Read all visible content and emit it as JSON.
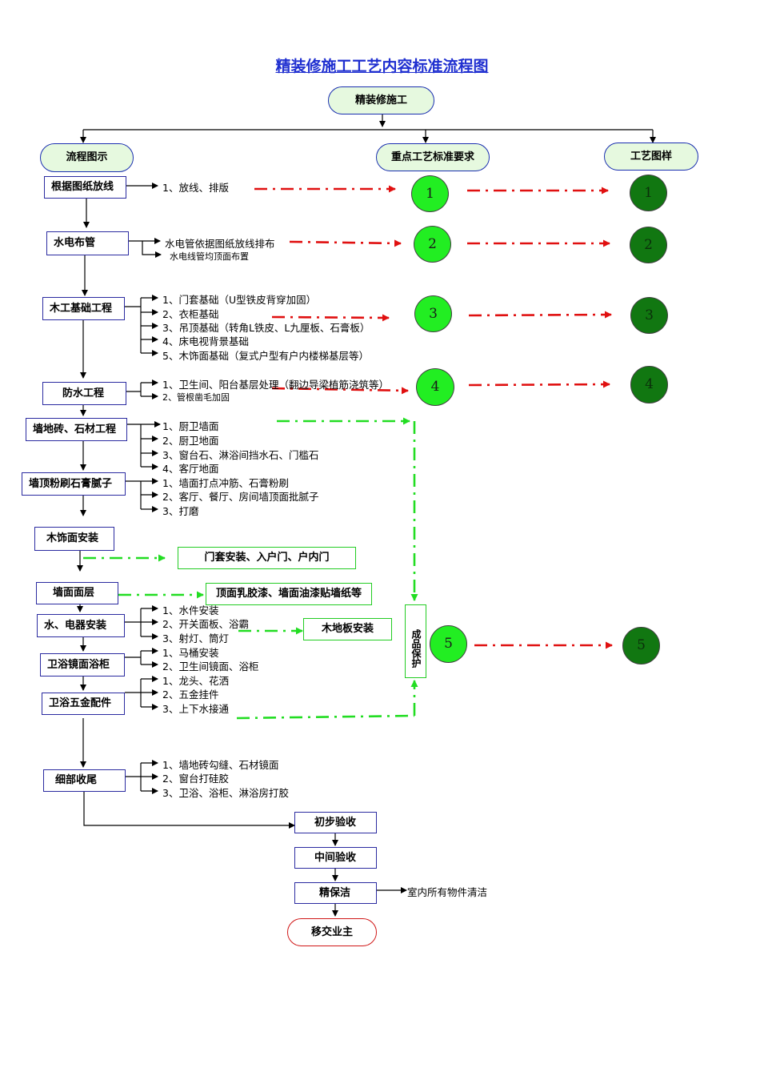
{
  "title": "精装修施工工艺内容标准流程图",
  "root": "精装修施工",
  "columns": [
    "流程图示",
    "重点工艺标准要求",
    "工艺图样"
  ],
  "steps": {
    "s1": "根据图纸放线",
    "s2": "水电布管",
    "s3": "木工基础工程",
    "s4": "防水工程",
    "s5": "墙地砖、石材工程",
    "s6": "墙顶粉刷石膏腻子",
    "s7": "木饰面安装",
    "s8": "墙面面层",
    "s9": "水、电器安装",
    "s10": "卫浴镜面浴柜",
    "s11": "卫浴五金配件",
    "s12": "细部收尾",
    "s13": "初步验收",
    "s14": "中间验收",
    "s15": "精保洁",
    "s16": "移交业主"
  },
  "details": {
    "s1": [
      "1、放线、排版"
    ],
    "s2": [
      "水电管依据图纸放线排布",
      "水电线管均顶面布置"
    ],
    "s3": [
      "1、门套基础（U型铁皮背穿加固）",
      "2、衣柜基础",
      "3、吊顶基础（转角L铁皮、L九厘板、石膏板）",
      "4、床电视背景基础",
      "5、木饰面基础（复式户型有户内楼梯基层等）"
    ],
    "s4": [
      "1、卫生间、阳台基层处理（翻边导梁植筋浇筑等）",
      "2、管根凿毛加固"
    ],
    "s5": [
      "1、厨卫墙面",
      "2、厨卫地面",
      "3、窗台石、淋浴间挡水石、门槛石",
      "4、客厅地面"
    ],
    "s6": [
      "1、墙面打点冲筋、石膏粉刷",
      "2、客厅、餐厅、房间墙顶面批腻子",
      "3、打磨"
    ],
    "s9": [
      "1、水件安装",
      "2、开关面板、浴霸",
      "3、射灯、筒灯"
    ],
    "s10": [
      "1、马桶安装",
      "2、卫生间镜面、浴柜"
    ],
    "s11": [
      "1、龙头、花洒",
      "2、五金挂件",
      "3、上下水接通"
    ],
    "s12": [
      "1、墙地砖勾缝、石材镜面",
      "2、窗台打硅胶",
      "3、卫浴、浴柜、淋浴房打胶"
    ],
    "s15": "室内所有物件清洁"
  },
  "side_boxes": {
    "door": "门套安装、入户门、户内门",
    "paint": "顶面乳胶漆、墙面油漆贴墙纸等",
    "floor": "木地板安装",
    "protect": "成品保护"
  },
  "circles": [
    "1",
    "2",
    "3",
    "4",
    "5"
  ],
  "colors": {
    "light_green": "#22ee22",
    "dark_green": "#117711",
    "red_dash": "#e01010",
    "green_dash": "#22dd22",
    "box_border": "#2a2aa0"
  }
}
